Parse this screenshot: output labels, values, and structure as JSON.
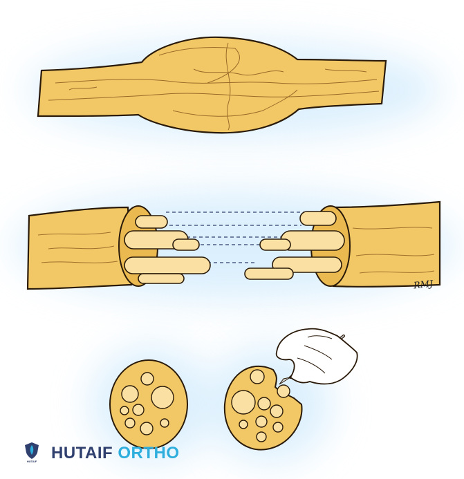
{
  "artist_signature": "RMJ",
  "watermark": {
    "brand_primary": "HUTAIF",
    "brand_secondary": "ORTHO",
    "mark_caption": "HUTAIF"
  },
  "colors": {
    "nerve_fill": "#f2c866",
    "nerve_shade": "#d9a440",
    "outline": "#2a1a0a",
    "glow": "#bfe3fb",
    "fascicle_fill": "#fae0a3",
    "brand_dark": "#2f3f6e",
    "brand_light": "#2eaedd"
  },
  "panels": [
    {
      "name": "neuroma-panel",
      "depicts": "nerve-neuroma"
    },
    {
      "name": "fascicle-alignment-panel",
      "depicts": "fascicle-matching"
    },
    {
      "name": "cross-section-panel",
      "depicts": "nerve-cross-sections-with-hand-scalpel"
    }
  ]
}
